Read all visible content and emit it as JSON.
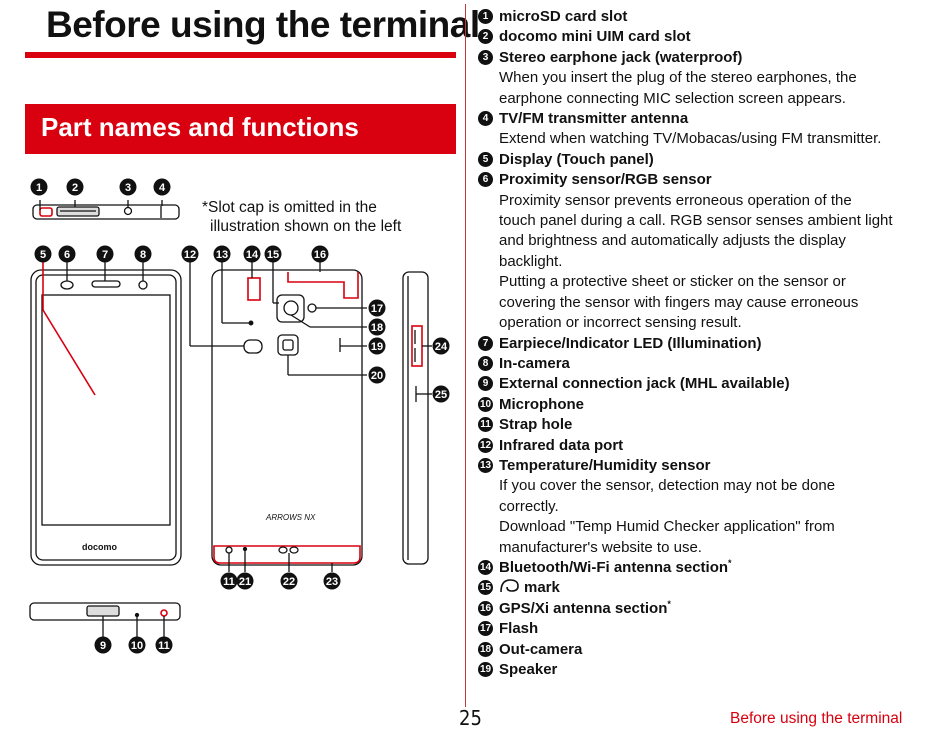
{
  "page": {
    "title": "Before using the terminal",
    "section_title": "Part names and functions",
    "note_lines": [
      "*Slot cap is omitted in the",
      "illustration shown on the left"
    ],
    "page_number": "25",
    "running_footer": "Before using the terminal",
    "brand_front": "docomo",
    "brand_back": "ARROWS NX"
  },
  "colors": {
    "accent": "#d9000f",
    "text": "#111111"
  },
  "parts": [
    {
      "num": "1",
      "label": "microSD card slot"
    },
    {
      "num": "2",
      "label": "docomo mini UIM card slot"
    },
    {
      "num": "3",
      "label": "Stereo earphone jack (waterproof)",
      "desc": [
        "When you insert the plug of the stereo earphones, the",
        "earphone connecting MIC selection screen appears."
      ]
    },
    {
      "num": "4",
      "label": "TV/FM transmitter antenna",
      "desc": [
        "Extend when watching TV/Mobacas/using FM transmitter."
      ]
    },
    {
      "num": "5",
      "label": "Display (Touch panel)"
    },
    {
      "num": "6",
      "label": "Proximity sensor/RGB sensor",
      "desc": [
        "Proximity sensor prevents erroneous operation of the",
        "touch panel during a call. RGB sensor senses ambient light",
        "and brightness and automatically adjusts the display",
        "backlight.",
        "Putting a protective sheet or sticker on the sensor or",
        "covering the sensor with fingers may cause erroneous",
        "operation or incorrect sensing result."
      ]
    },
    {
      "num": "7",
      "label": "Earpiece/Indicator LED (Illumination)"
    },
    {
      "num": "8",
      "label": "In-camera"
    },
    {
      "num": "9",
      "label": "External connection jack (MHL available)"
    },
    {
      "num": "10",
      "label": "Microphone"
    },
    {
      "num": "11",
      "label": "Strap hole"
    },
    {
      "num": "12",
      "label": "Infrared data port"
    },
    {
      "num": "13",
      "label": "Temperature/Humidity sensor",
      "desc": [
        "If you cover the sensor, detection may not be done",
        "correctly.",
        "Download \"Temp Humid Checker application\" from",
        "manufacturer's website to use."
      ]
    },
    {
      "num": "14",
      "label": "Bluetooth/Wi-Fi antenna section",
      "sup": "*"
    },
    {
      "num": "15",
      "label": "mark",
      "icon": "felica-mark-icon"
    },
    {
      "num": "16",
      "label": "GPS/Xi antenna section",
      "sup": "*"
    },
    {
      "num": "17",
      "label": "Flash"
    },
    {
      "num": "18",
      "label": "Out-camera"
    },
    {
      "num": "19",
      "label": "Speaker"
    }
  ],
  "callouts": [
    "1",
    "2",
    "3",
    "4",
    "5",
    "6",
    "7",
    "8",
    "9",
    "10",
    "11",
    "12",
    "13",
    "14",
    "15",
    "16",
    "17",
    "18",
    "19",
    "20",
    "21",
    "22",
    "23",
    "24",
    "25"
  ]
}
